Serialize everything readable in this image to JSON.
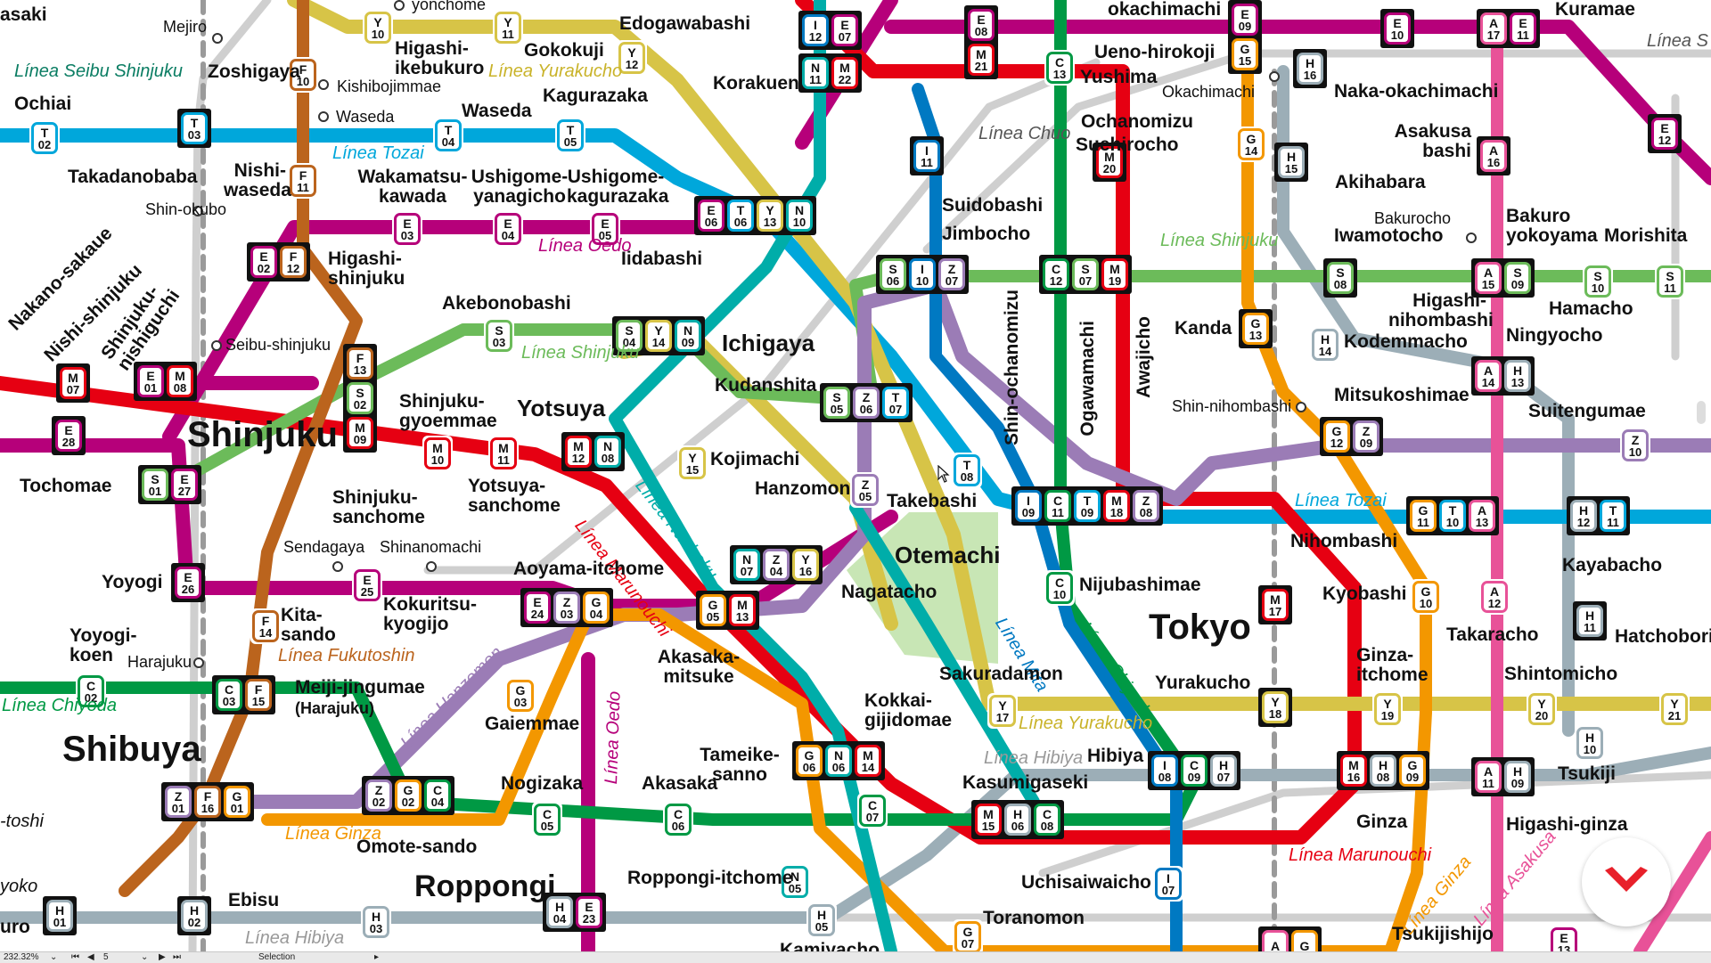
{
  "colors": {
    "G": "#f39700",
    "M": "#e60012",
    "H": "#9caeb7",
    "T": "#00a7db",
    "C": "#009944",
    "Y": "#d7c447",
    "Z": "#9b7cb6",
    "N": "#00ada9",
    "F": "#bb641d",
    "A": "#e85298",
    "I": "#0079c2",
    "S": "#6cbb5a",
    "E": "#b6007a",
    "other": "#999999"
  },
  "line_labels": [
    "Línea Seibu Shinjuku",
    "Línea Tozai",
    "Línea Yurakucho",
    "Línea Chuo",
    "Línea Oedo",
    "Línea Shinjuku",
    "Línea Shinjuku",
    "Línea Marunouchi",
    "Línea Nanboku",
    "Línea Mita",
    "Línea Chiyoda",
    "Línea Tozai",
    "Línea Fukutoshin",
    "Línea Hanzomon",
    "Línea Oedo",
    "Línea Chiyoda",
    "Línea Ginza",
    "Línea Hibiya",
    "Línea Yurakucho",
    "Línea Hibiya",
    "Línea Marunouchi",
    "Línea Ginza",
    "Línea Asakusa",
    "Línea S"
  ],
  "station_labels": [
    "asaki",
    "Mejiro",
    "yonchome",
    "Edogawabashi",
    "okachimachi",
    "Kuramae",
    "Zoshigaya",
    "Higashi-ikebukuro",
    "Kishibojimmae",
    "Gokokuji",
    "Ueno-hirokoji",
    "Yushima",
    "Korakuen",
    "Okachimachi",
    "Naka-okachimachi",
    "Waseda",
    "Waseda",
    "Ochiai",
    "Kagurazaka",
    "Ochanomizu",
    "Suehirocho",
    "Asakusa bashi",
    "Takadanobaba",
    "Nishi-waseda",
    "Akihabara",
    "Wakamatsu-kawada",
    "Ushigome-yanagicho",
    "Ushigome-kagurazaka",
    "Shin-okubo",
    "Suidobashi",
    "Bakurocho",
    "Bakuro yokoyama",
    "Jimbocho",
    "Iwamotocho",
    "Morishita",
    "Iidabashi",
    "Higashi-shinjuku",
    "Nakano-sakaue",
    "Nishi-shinjuku",
    "Shinjuku-nishiguchi",
    "Shin-ochanomizu",
    "Ogawamachi",
    "Awajicho",
    "Akebonobashi",
    "Kanda",
    "Higashi-nihombashi",
    "Hamacho",
    "Seibu-shinjuku",
    "Ichigaya",
    "Kodemmacho",
    "Ningyocho",
    "Kudanshita",
    "Shinjuku",
    "Shinjuku-gyoemmae",
    "Yotsuya",
    "Mitsukoshimae",
    "Shin-nihombashi",
    "Suitengumae",
    "Kojimachi",
    "Tochomae",
    "Hanzomon",
    "Yotsuya-sanchome",
    "Takebashi",
    "Shinjuku-sanchome",
    "Nihombashi",
    "Kayabacho",
    "Otemachi",
    "Sendagaya",
    "Shinanomachi",
    "Aoyama-itchome",
    "Yoyogi",
    "Nijubashimae",
    "Tokyo",
    "Kyobashi",
    "Nagatacho",
    "Kokuritsu-kyogijo",
    "Kita-sando",
    "Takaracho",
    "Hatchobori",
    "Yoyogi-koen",
    "Harajuku",
    "Akasaka-mitsuke",
    "Ginza-itchome",
    "Shintomicho",
    "Sakuradamon",
    "Meiji-jingumae",
    "(Harajuku)",
    "Yurakucho",
    "Gaiemmae",
    "Kokkai-gijidomae",
    "Shibuya",
    "Tameike-sanno",
    "Hibiya",
    "Tsukiji",
    "Kasumigaseki",
    "Nogizaka",
    "Akasaka",
    "Ginza",
    "Higashi-ginza",
    "-toshi",
    "Omote-sando",
    "Roppongi-itchome",
    "Uchisaiwaicho",
    "yoko",
    "Ebisu",
    "Roppongi",
    "Toranomon",
    "Tsukijishijo",
    "uro",
    "Kamiyacho"
  ],
  "status_bar": {
    "zoom": "232.32%",
    "page": "5",
    "tool": "Selection"
  }
}
